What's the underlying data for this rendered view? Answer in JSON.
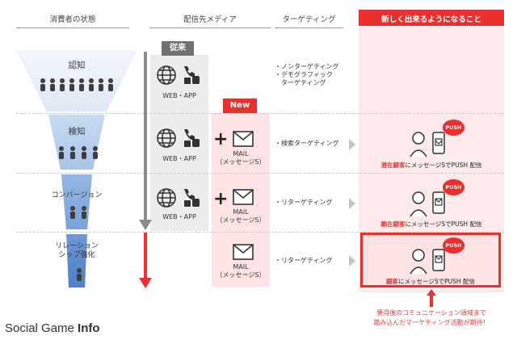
{
  "headers": {
    "consumer_state": "消費者の状態",
    "media": "配信先メディア",
    "targeting": "ターゲティング",
    "new_capability": "新しく出来るようになること"
  },
  "badges": {
    "legacy": "従来",
    "new": "New"
  },
  "stages": [
    {
      "name": "認知"
    },
    {
      "name": "検知"
    },
    {
      "name": "コンバージョン"
    },
    {
      "name": "リレーション\nシップ強化"
    }
  ],
  "media_labels": {
    "web_app": "WEB・APP",
    "mail": "MAIL\n（メッセージS）"
  },
  "targeting_texts": [
    "・ノンターゲティング\n・デモグラフィック\n　ターゲティング",
    "・検索ターゲティング",
    "・リターゲティング",
    "・リターゲティング"
  ],
  "push_label": "PUSH",
  "captions": [
    {
      "strong": "潜在顧客",
      "rest": "にメッセージSでPUSH 配信"
    },
    {
      "strong": "顕在顧客",
      "rest": "にメッセージSでPUSH 配信"
    },
    {
      "strong": "顧客",
      "rest": "にメッセージSでPUSH 配信"
    }
  ],
  "footnote": "獲得後のコミュニケーション領域まで\n踏み込んだマーケティング活動が期待！",
  "watermark": {
    "part1": "Social Game ",
    "part2": "Info"
  },
  "colors": {
    "accent": "#e8302f",
    "funnel_dark": "#5f8fcf",
    "funnel_light": "#eaf1fb",
    "pink": "#fde3e3"
  }
}
